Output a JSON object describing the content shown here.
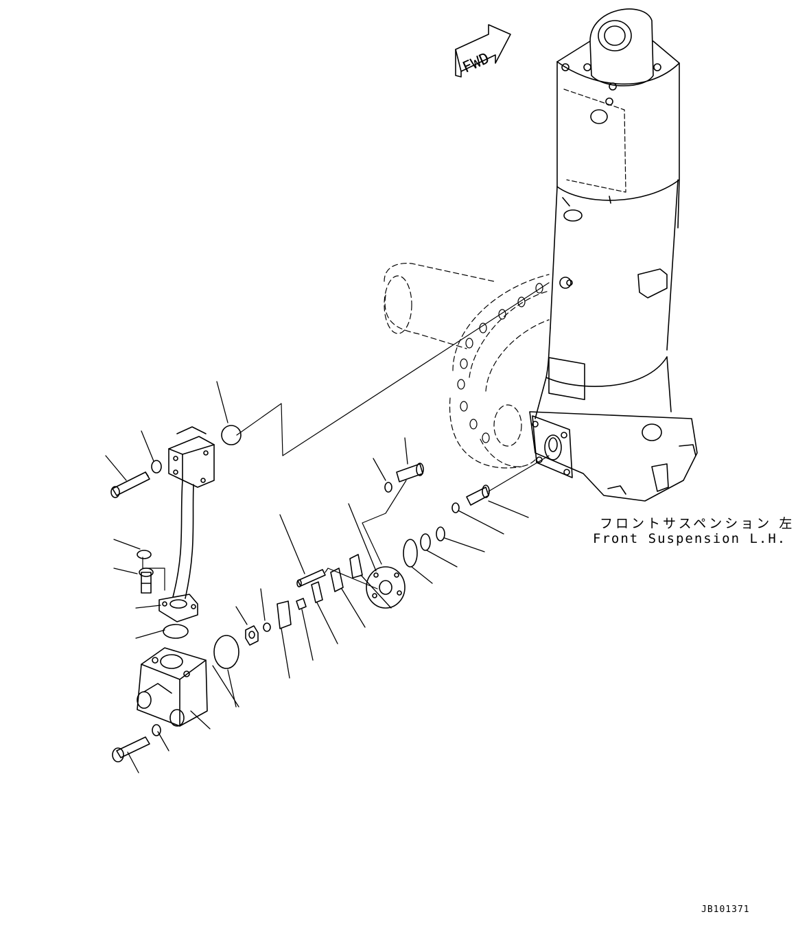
{
  "direction_marker": {
    "text": "FWD"
  },
  "assembly_label": {
    "japanese": "フロントサスペンション 左",
    "english": "Front Suspension L.H."
  },
  "drawing_code": "JB101371"
}
